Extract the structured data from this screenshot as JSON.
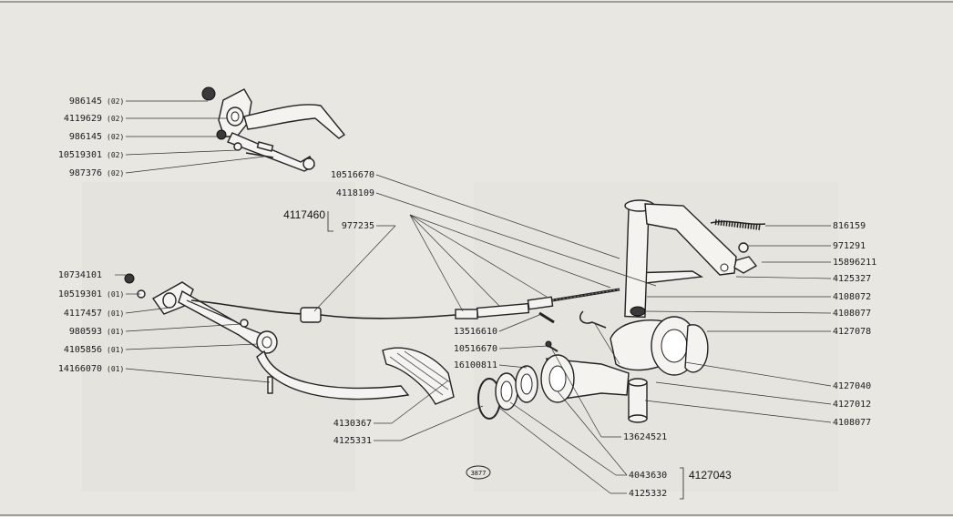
{
  "sheet_code": "3877",
  "group_code": "4117460",
  "assembly_code": "4127043",
  "left_labels": [
    {
      "code": "986145",
      "qty": "(02)"
    },
    {
      "code": "4119629",
      "qty": "(02)"
    },
    {
      "code": "986145",
      "qty": "(02)"
    },
    {
      "code": "10519301",
      "qty": "(02)"
    },
    {
      "code": "987376",
      "qty": "(02)"
    },
    {
      "code": "10734101",
      "qty": ""
    },
    {
      "code": "10519301",
      "qty": "(01)"
    },
    {
      "code": "4117457",
      "qty": "(01)"
    },
    {
      "code": "980593",
      "qty": "(01)"
    },
    {
      "code": "4105856",
      "qty": "(01)"
    },
    {
      "code": "14166070",
      "qty": "(01)"
    }
  ],
  "center_labels": [
    {
      "code": "10516670"
    },
    {
      "code": "4118109"
    },
    {
      "code": "977235"
    },
    {
      "code": "13516610"
    },
    {
      "code": "10516670"
    },
    {
      "code": "16100811"
    },
    {
      "code": "4130367"
    },
    {
      "code": "4125331"
    },
    {
      "code": "13624521"
    },
    {
      "code": "4043630"
    },
    {
      "code": "4125332"
    }
  ],
  "right_labels": [
    {
      "code": "816159"
    },
    {
      "code": "971291"
    },
    {
      "code": "15896211"
    },
    {
      "code": "4125327"
    },
    {
      "code": "4108072"
    },
    {
      "code": "4108077"
    },
    {
      "code": "4127078"
    },
    {
      "code": "4127040"
    },
    {
      "code": "4127012"
    },
    {
      "code": "4108077"
    }
  ]
}
